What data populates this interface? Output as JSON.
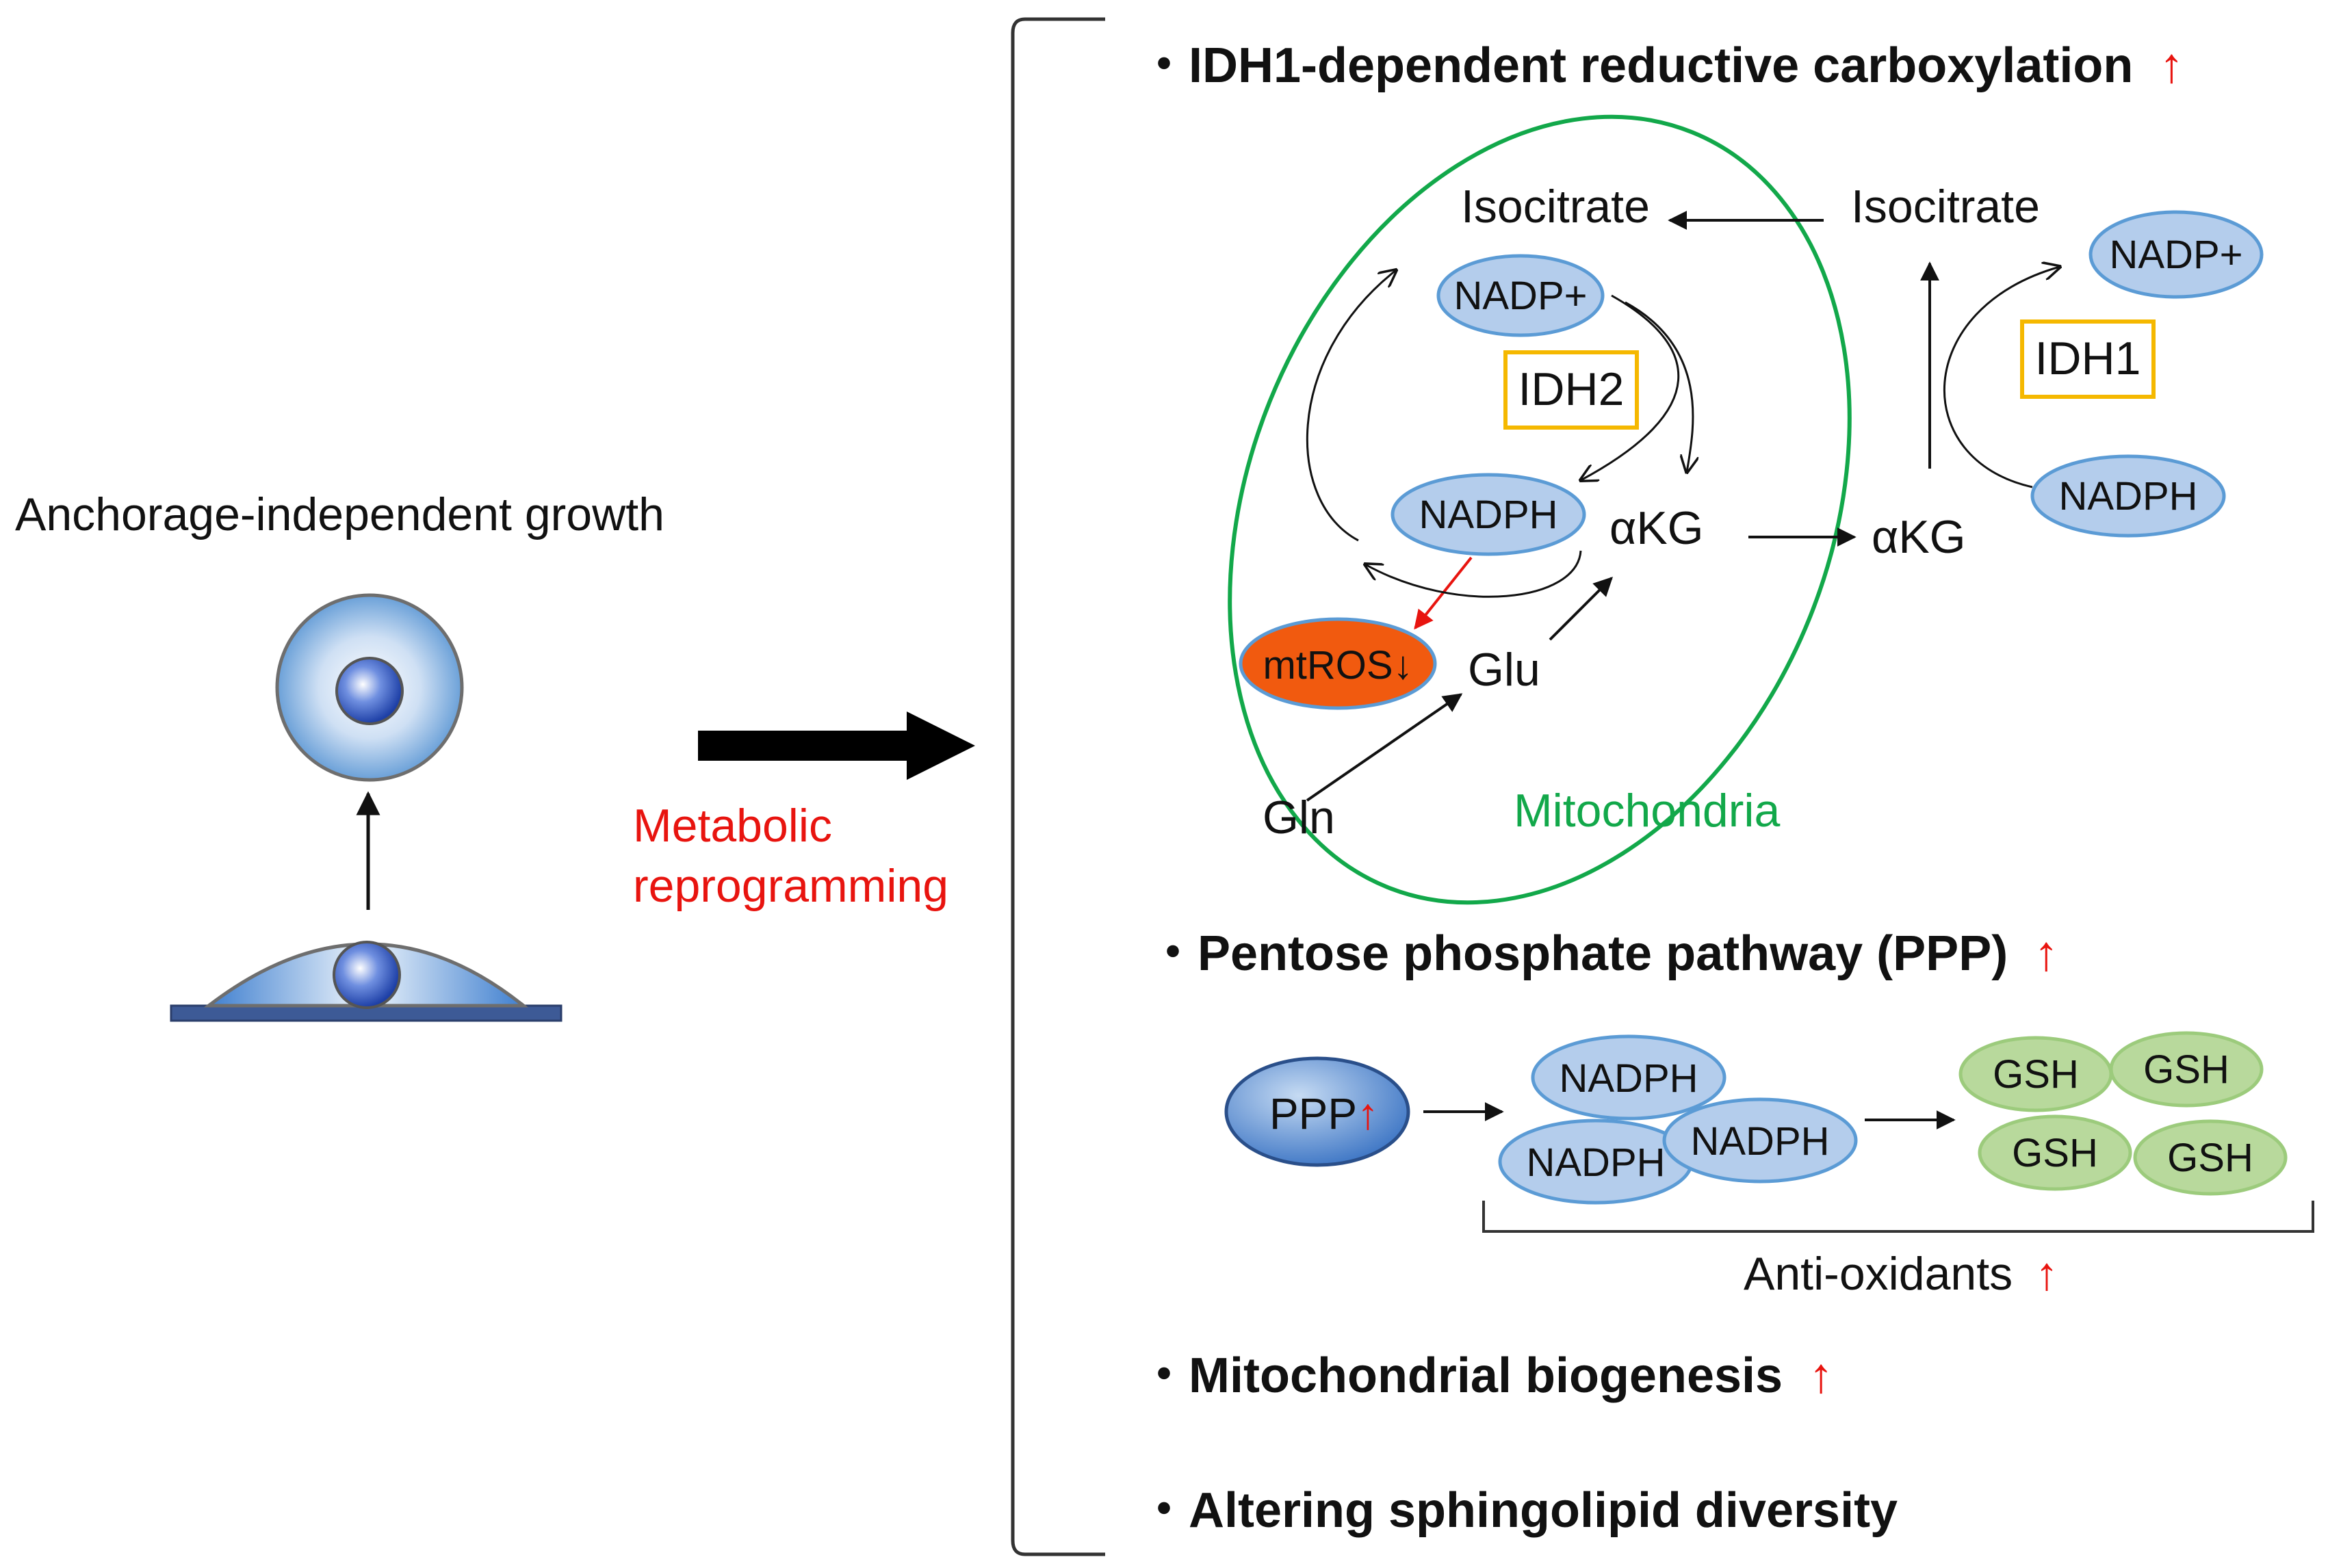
{
  "left": {
    "title": "Anchorage-independent growth",
    "process_label_line1": "Metabolic",
    "process_label_line2": "reprogramming"
  },
  "sections": {
    "idh1_heading": "・IDH1-dependent reductive carboxylation",
    "ppp_heading": "・Pentose phosphate pathway (PPP)",
    "mito_heading": "・Mitochondrial biogenesis",
    "sphingo_heading": "・Altering sphingolipid diversity",
    "up_arrow": "↑"
  },
  "mito": {
    "isocitrate": "Isocitrate",
    "nadp_plus": "NADP+",
    "idh2": "IDH2",
    "nadph": "NADPH",
    "akg": "αKG",
    "mtros": "mtROS",
    "down_arrow": "↓",
    "glu": "Glu",
    "gln": "Gln",
    "label": "Mitochondria"
  },
  "cyto": {
    "isocitrate": "Isocitrate",
    "nadp_plus": "NADP+",
    "idh1": "IDH1",
    "nadph": "NADPH",
    "akg": "αKG"
  },
  "ppp": {
    "ppp_label": "PPP",
    "nadph_1": "NADPH",
    "nadph_2": "NADPH",
    "nadph_3": "NADPH",
    "gsh_1": "GSH",
    "gsh_2": "GSH",
    "gsh_3": "GSH",
    "gsh_4": "GSH",
    "antioxidants": "Anti-oxidants"
  },
  "colors": {
    "blue_fill": "#b4cdec",
    "blue_stroke": "#5b9bd5",
    "green_fill": "#b8d99c",
    "mtros_fill": "#f15a0f",
    "idh_box": "#f5b800",
    "mito_green": "#12a84a",
    "arrow_red": "#e8140f"
  }
}
